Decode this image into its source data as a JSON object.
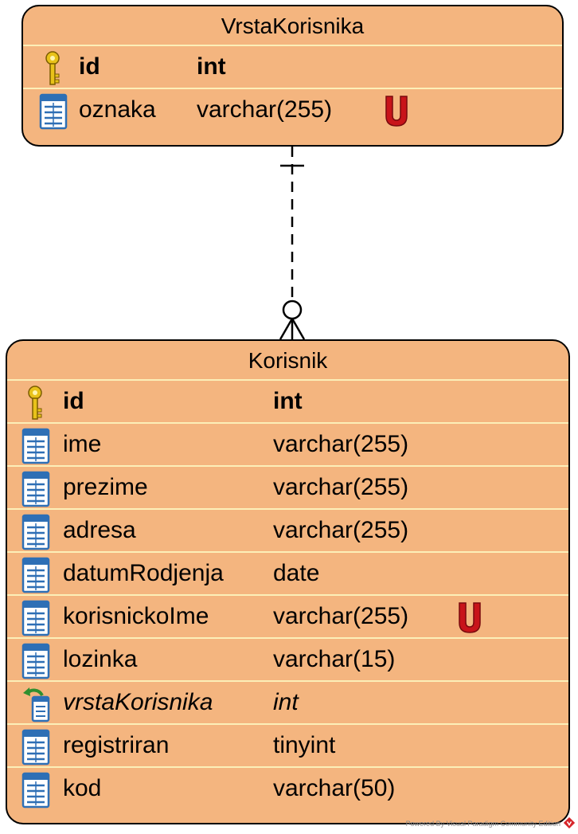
{
  "entities": {
    "vrsta": {
      "name": "VrstaKorisnika",
      "columns": [
        {
          "name": "id",
          "type": "int",
          "icon": "primary-key-icon",
          "unique": false
        },
        {
          "name": "oznaka",
          "type": "varchar(255)",
          "icon": "column-icon",
          "unique": true
        }
      ]
    },
    "korisnik": {
      "name": "Korisnik",
      "columns": [
        {
          "name": "id",
          "type": "int",
          "icon": "primary-key-icon",
          "unique": false
        },
        {
          "name": "ime",
          "type": "varchar(255)",
          "icon": "column-icon",
          "unique": false
        },
        {
          "name": "prezime",
          "type": "varchar(255)",
          "icon": "column-icon",
          "unique": false
        },
        {
          "name": "adresa",
          "type": "varchar(255)",
          "icon": "column-icon",
          "unique": false
        },
        {
          "name": "datumRodjenja",
          "type": "date",
          "icon": "column-icon",
          "unique": false
        },
        {
          "name": "korisnickoIme",
          "type": "varchar(255)",
          "icon": "column-icon",
          "unique": true
        },
        {
          "name": "lozinka",
          "type": "varchar(15)",
          "icon": "column-icon",
          "unique": false
        },
        {
          "name": "vrstaKorisnika",
          "type": "int",
          "icon": "foreign-key-icon",
          "unique": false
        },
        {
          "name": "registriran",
          "type": "tinyint",
          "icon": "column-icon",
          "unique": false
        },
        {
          "name": "kod",
          "type": "varchar(50)",
          "icon": "column-icon",
          "unique": false
        }
      ]
    }
  },
  "unique_marker": "U",
  "watermark": "Powered By  Visual Paradigm Community Edition",
  "colors": {
    "entity_fill": "#f4b57f",
    "row_divider": "#fcefb8",
    "unique_red": "#c8141a",
    "key_gold": "#e8c21a",
    "column_blue": "#2e6fb5"
  }
}
